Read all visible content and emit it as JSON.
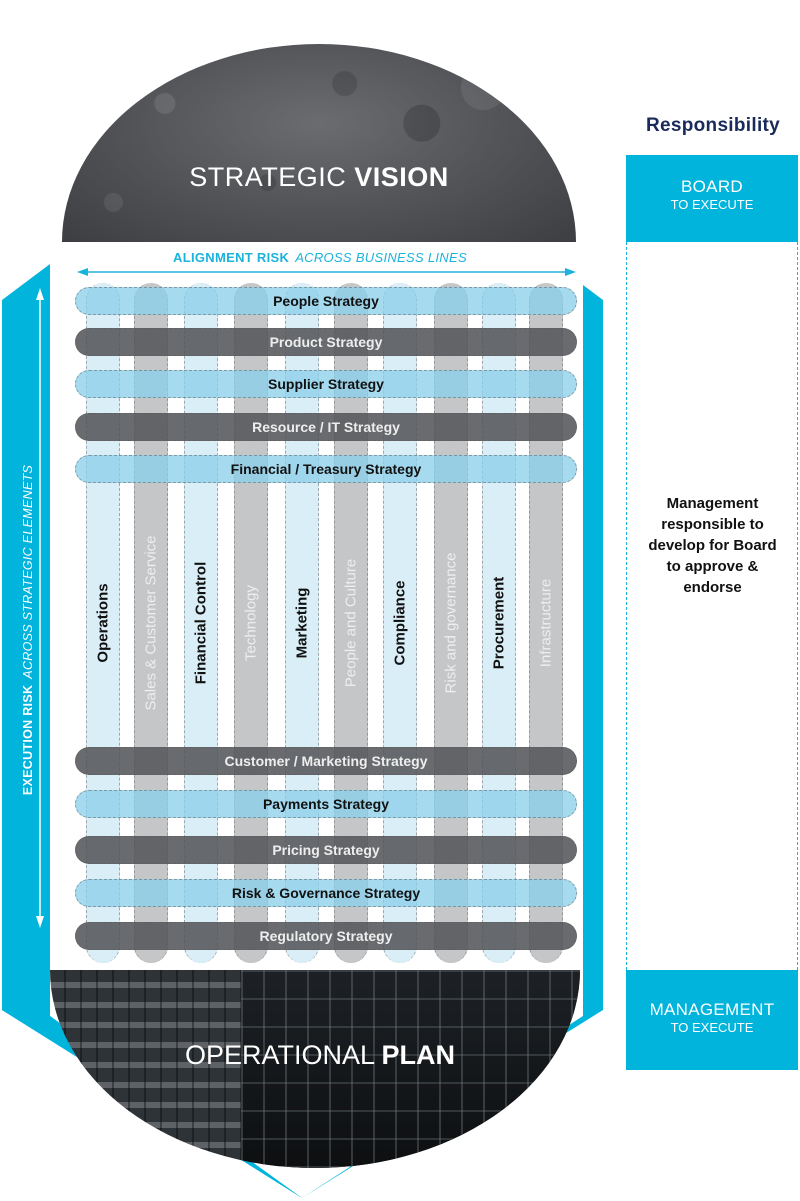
{
  "colors": {
    "accent": "#00b4dc",
    "title_navy": "#1a2a5a",
    "light_column": "#d9eef6",
    "dark_column": "#c5c6c8",
    "light_band": "#8cd0ea",
    "dark_band": "#55565a"
  },
  "vision": {
    "prefix": "STRATEGIC",
    "emphasis": "VISION"
  },
  "plan": {
    "prefix": "OPERATIONAL",
    "emphasis": "PLAN"
  },
  "alignment_risk": {
    "label": "ALIGNMENT RISK",
    "qualifier": "ACROSS BUSINESS LINES"
  },
  "execution_risk": {
    "label": "EXECUTION RISK",
    "qualifier": "ACROSS STRATEGIC ELEMENETS"
  },
  "business_lines": [
    {
      "label": "Operations",
      "tone": "light"
    },
    {
      "label": "Sales & Customer Service",
      "tone": "dark"
    },
    {
      "label": "Financial Control",
      "tone": "light"
    },
    {
      "label": "Technology",
      "tone": "dark"
    },
    {
      "label": "Marketing",
      "tone": "light"
    },
    {
      "label": "People and Culture",
      "tone": "dark"
    },
    {
      "label": "Compliance",
      "tone": "light"
    },
    {
      "label": "Risk and governance",
      "tone": "dark"
    },
    {
      "label": "Procurement",
      "tone": "light"
    },
    {
      "label": "Infrastructure",
      "tone": "dark"
    }
  ],
  "strategies_top": [
    {
      "label": "People Strategy",
      "tone": "light"
    },
    {
      "label": "Product Strategy",
      "tone": "dark"
    },
    {
      "label": "Supplier Strategy",
      "tone": "light"
    },
    {
      "label": "Resource / IT Strategy",
      "tone": "dark"
    },
    {
      "label": "Financial / Treasury Strategy",
      "tone": "light"
    }
  ],
  "strategies_bottom": [
    {
      "label": "Customer / Marketing Strategy",
      "tone": "dark"
    },
    {
      "label": "Payments Strategy",
      "tone": "light"
    },
    {
      "label": "Pricing Strategy",
      "tone": "dark"
    },
    {
      "label": "Risk & Governance Strategy",
      "tone": "light"
    },
    {
      "label": "Regulatory Strategy",
      "tone": "dark"
    }
  ],
  "responsibility": {
    "title": "Responsibility",
    "board": {
      "main": "BOARD",
      "sub": "TO EXECUTE"
    },
    "middle_text": "Management responsible to develop for Board to approve & endorse",
    "management": {
      "main": "MANAGEMENT",
      "sub": "TO EXECUTE"
    }
  }
}
